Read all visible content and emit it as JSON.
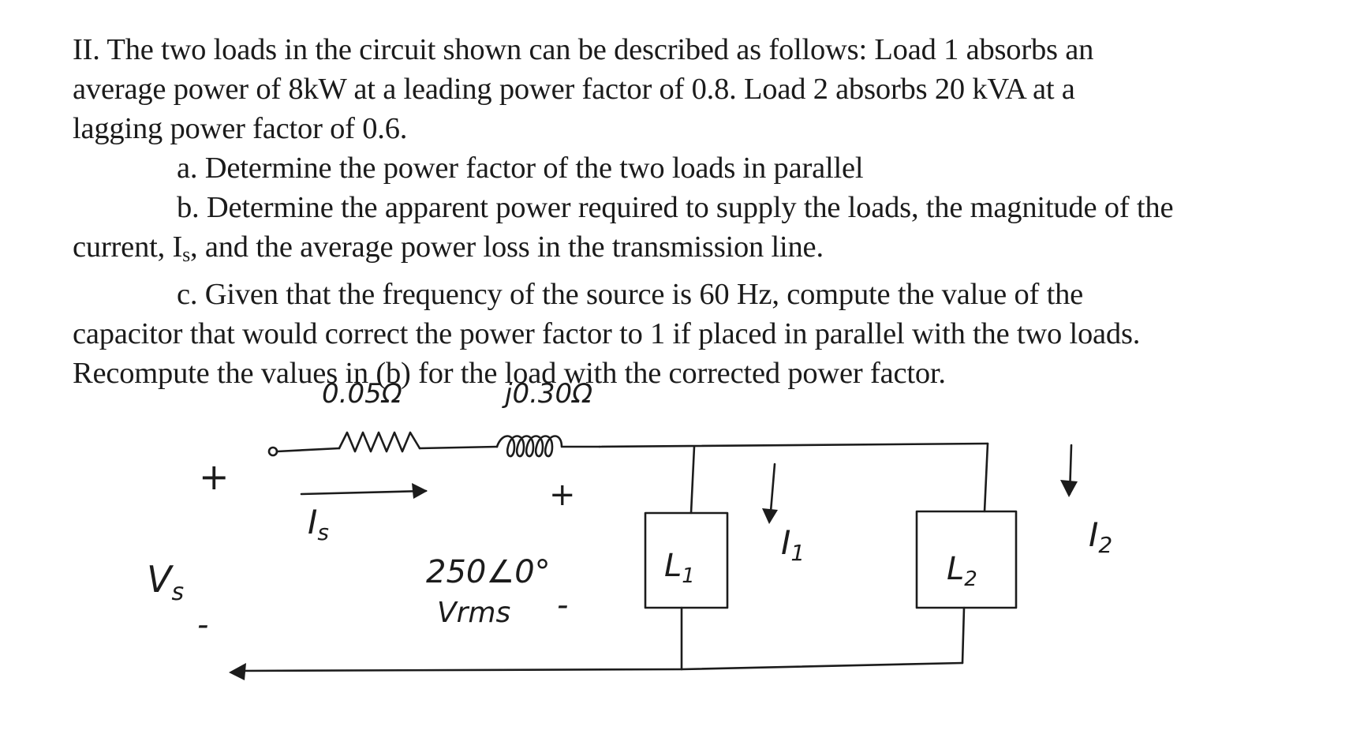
{
  "problem": {
    "line1": "II. The two loads in the circuit shown can be described as follows: Load 1 absorbs an",
    "line2": "average power of 8kW at a leading power factor of 0.8. Load 2 absorbs 20 kVA at a",
    "line3": "lagging power factor of 0.6.",
    "part_a": "a. Determine the power factor of the two loads in parallel",
    "part_b_line1": "b. Determine the apparent power required to supply the loads, the magnitude of the",
    "part_b_line2_pre": "current, I",
    "part_b_line2_sub": "s",
    "part_b_line2_post": ", and the average power loss in the transmission line.",
    "part_c_line1": "c. Given that the frequency of the source is 60 Hz, compute the value of the",
    "part_c_line2": "capacitor that would correct the power factor to 1 if placed in parallel with the two loads.",
    "part_c_line3": "Recompute the values in (b) for the load with the corrected power factor."
  },
  "circuit": {
    "resistance_label": "0.05Ω",
    "reactance_label": "j0.30Ω",
    "source_plus": "+",
    "source_minus": "-",
    "source_label": "V",
    "source_label_sub": "s",
    "source_current": "I",
    "source_current_sub": "s",
    "load_voltage_plus": "+",
    "load_voltage": "250∠0°",
    "load_voltage_label": "Vrms",
    "load_voltage_minus": "-",
    "load1_label": "L",
    "load1_sub": "1",
    "load1_current": "I",
    "load1_current_sub": "1",
    "load2_label": "L",
    "load2_sub": "2",
    "load2_current": "I",
    "load2_current_sub": "2"
  }
}
